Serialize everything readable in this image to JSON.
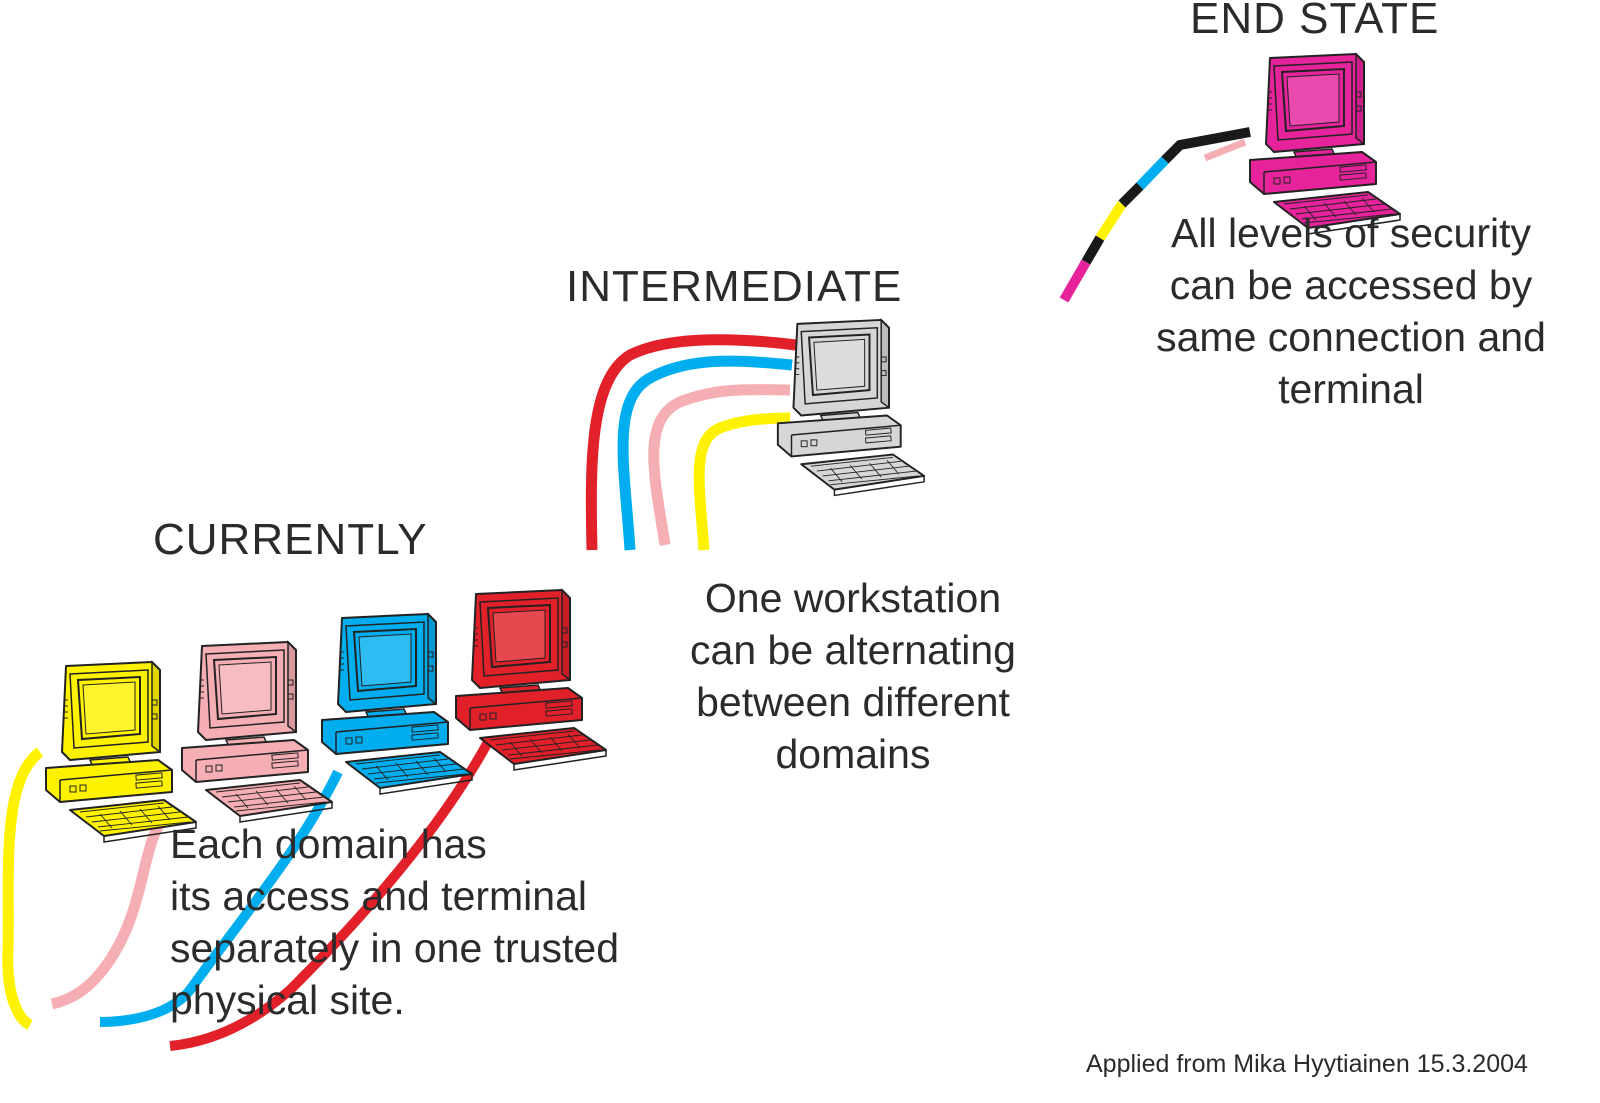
{
  "stages": {
    "currently": {
      "title": "CURRENTLY",
      "lines": [
        "Each domain has",
        "its access and terminal",
        "separately in one trusted",
        "physical site."
      ]
    },
    "intermediate": {
      "title": "INTERMEDIATE",
      "lines": [
        "One workstation",
        "can be alternating",
        "between different",
        "domains"
      ]
    },
    "end_state": {
      "title": "END STATE",
      "lines": [
        "All levels of security",
        "can be accessed by",
        "same connection and",
        "terminal"
      ]
    }
  },
  "credit": "Applied from Mika Hyytiainen 15.3.2004",
  "colors": {
    "yellow": "#fff200",
    "pink": "#f5aeb4",
    "blue": "#00aeef",
    "red": "#e2202a",
    "gray": "#d6d6d6",
    "magenta": "#e6239b",
    "black": "#1a1a1a",
    "text": "#2b2b2b"
  },
  "icons": {
    "computer": "desktop-computer-icon"
  }
}
